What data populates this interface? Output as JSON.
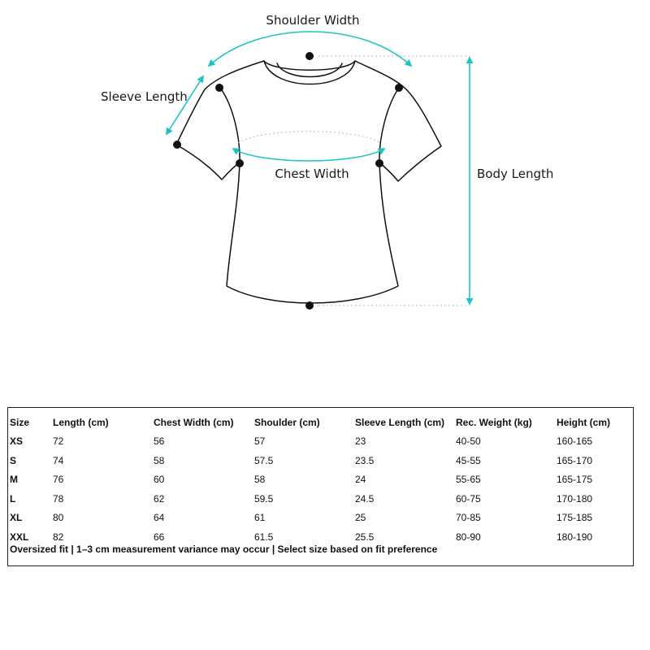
{
  "labels": {
    "shoulder_width": "Shoulder Width",
    "sleeve_length": "Sleeve Length",
    "chest_width": "Chest Width",
    "body_length": "Body Length"
  },
  "colors": {
    "accent": "#1fc3c3",
    "outline": "#111111",
    "guide": "#bbbbbb"
  },
  "table": {
    "headers": [
      "Size",
      "Length (cm)",
      "Chest Width (cm)",
      "Shoulder (cm)",
      "Sleeve Length (cm)",
      "Rec. Weight (kg)",
      "Height (cm)"
    ],
    "rows": [
      [
        "XS",
        "72",
        "56",
        "57",
        "23",
        "40-50",
        "160-165"
      ],
      [
        "S",
        "74",
        "58",
        "57.5",
        "23.5",
        "45-55",
        "165-170"
      ],
      [
        "M",
        "76",
        "60",
        "58",
        "24",
        "55-65",
        "165-175"
      ],
      [
        "L",
        "78",
        "62",
        "59.5",
        "24.5",
        "60-75",
        "170-180"
      ],
      [
        "XL",
        "80",
        "64",
        "61",
        "25",
        "70-85",
        "175-185"
      ],
      [
        "XXL",
        "82",
        "66",
        "61.5",
        "25.5",
        "80-90",
        "180-190"
      ]
    ],
    "note": "Oversized fit | 1–3 cm measurement variance may occur | Select size based on fit preference"
  }
}
